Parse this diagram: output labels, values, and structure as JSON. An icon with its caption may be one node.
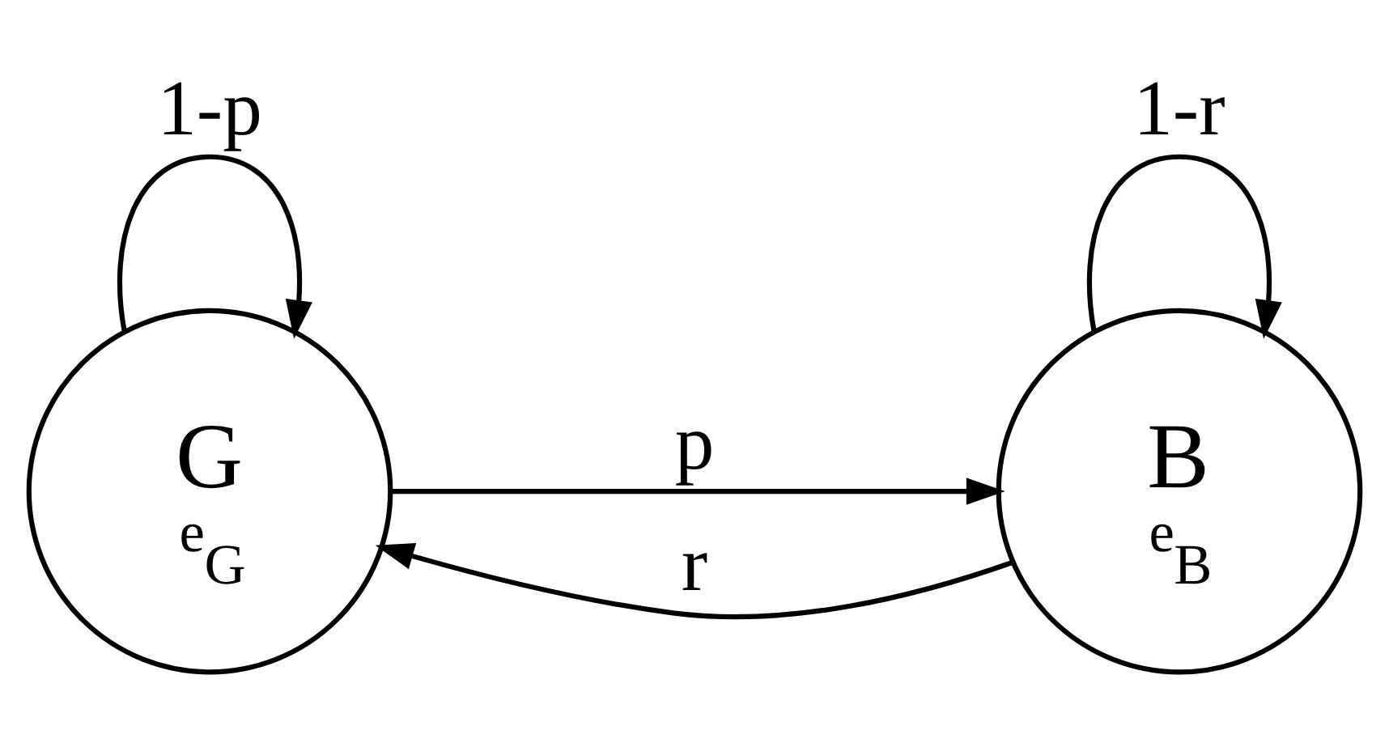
{
  "diagram": {
    "nodes": [
      {
        "text": [
          "G",
          "e$_{G}$"
        ]
      },
      {
        "text": [
          "B",
          "e$_{B}$"
        ]
      }
    ],
    "edges": [
      {
        "from": 0,
        "to": 1,
        "arrow": "to",
        "label": "p"
      },
      {
        "from": 1,
        "to": 0,
        "arrow": "to",
        "label": "r"
      },
      {
        "from": 0,
        "to": 0,
        "arrow": "to",
        "label": "1-p"
      },
      {
        "from": 1,
        "to": 1,
        "arrow": "to",
        "label": "1-r"
      }
    ]
  }
}
